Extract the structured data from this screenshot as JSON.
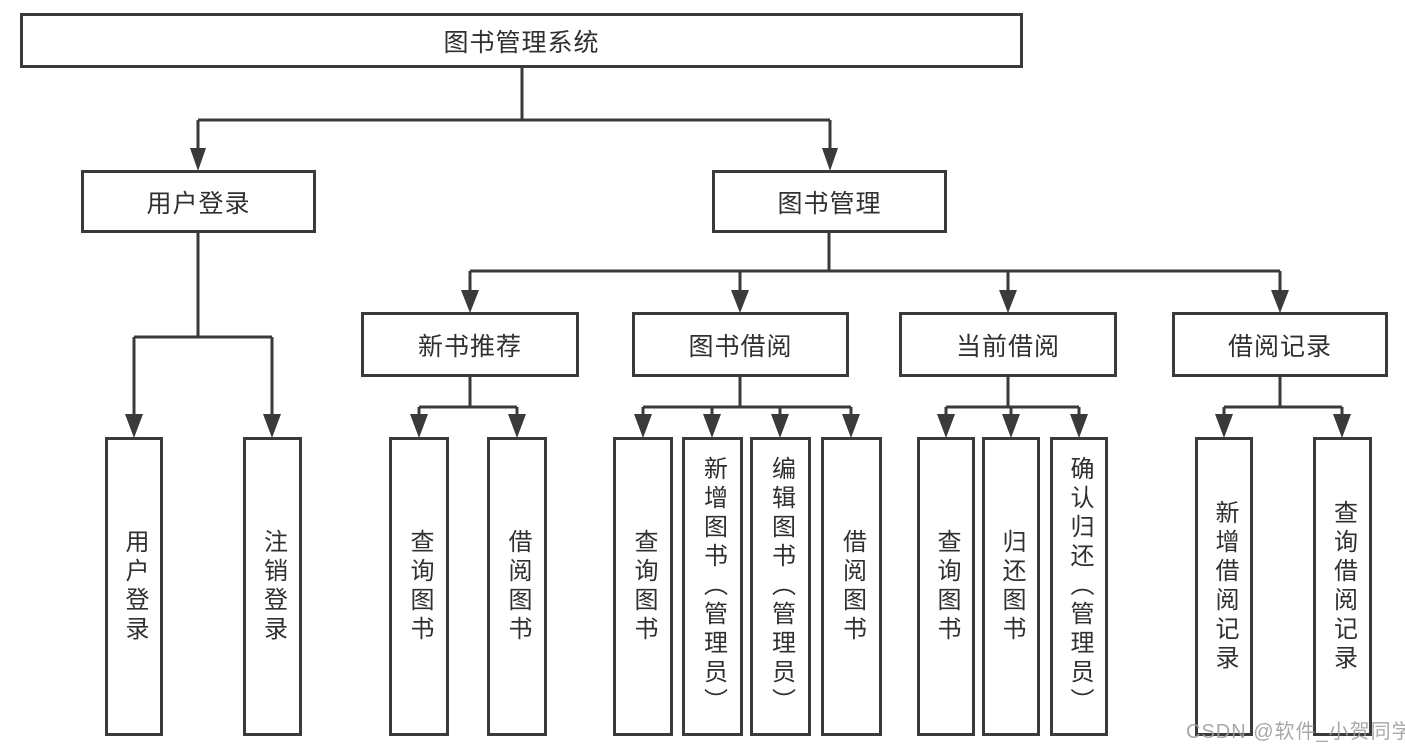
{
  "colors": {
    "line": "#3a3a3a",
    "text": "#303030",
    "background": "#ffffff",
    "watermark_color": "#9d9d9d"
  },
  "watermark": {
    "text": "CSDN @软件_小贺同学"
  },
  "diagram": {
    "root": {
      "label": "图书管理系统"
    },
    "branches": [
      {
        "label": "用户登录",
        "children": [
          {
            "label": "用户登录"
          },
          {
            "label": "注销登录"
          }
        ]
      },
      {
        "label": "图书管理",
        "children": [
          {
            "label": "新书推荐",
            "children": [
              {
                "label": "查询图书"
              },
              {
                "label": "借阅图书"
              }
            ]
          },
          {
            "label": "图书借阅",
            "children": [
              {
                "label": "查询图书"
              },
              {
                "label": "新增图书（管理员）"
              },
              {
                "label": "编辑图书（管理员）"
              },
              {
                "label": "借阅图书"
              }
            ]
          },
          {
            "label": "当前借阅",
            "children": [
              {
                "label": "查询图书"
              },
              {
                "label": "归还图书"
              },
              {
                "label": "确认归还（管理员）"
              }
            ]
          },
          {
            "label": "借阅记录",
            "children": [
              {
                "label": "新增借阅记录"
              },
              {
                "label": "查询借阅记录"
              }
            ]
          }
        ]
      }
    ]
  }
}
